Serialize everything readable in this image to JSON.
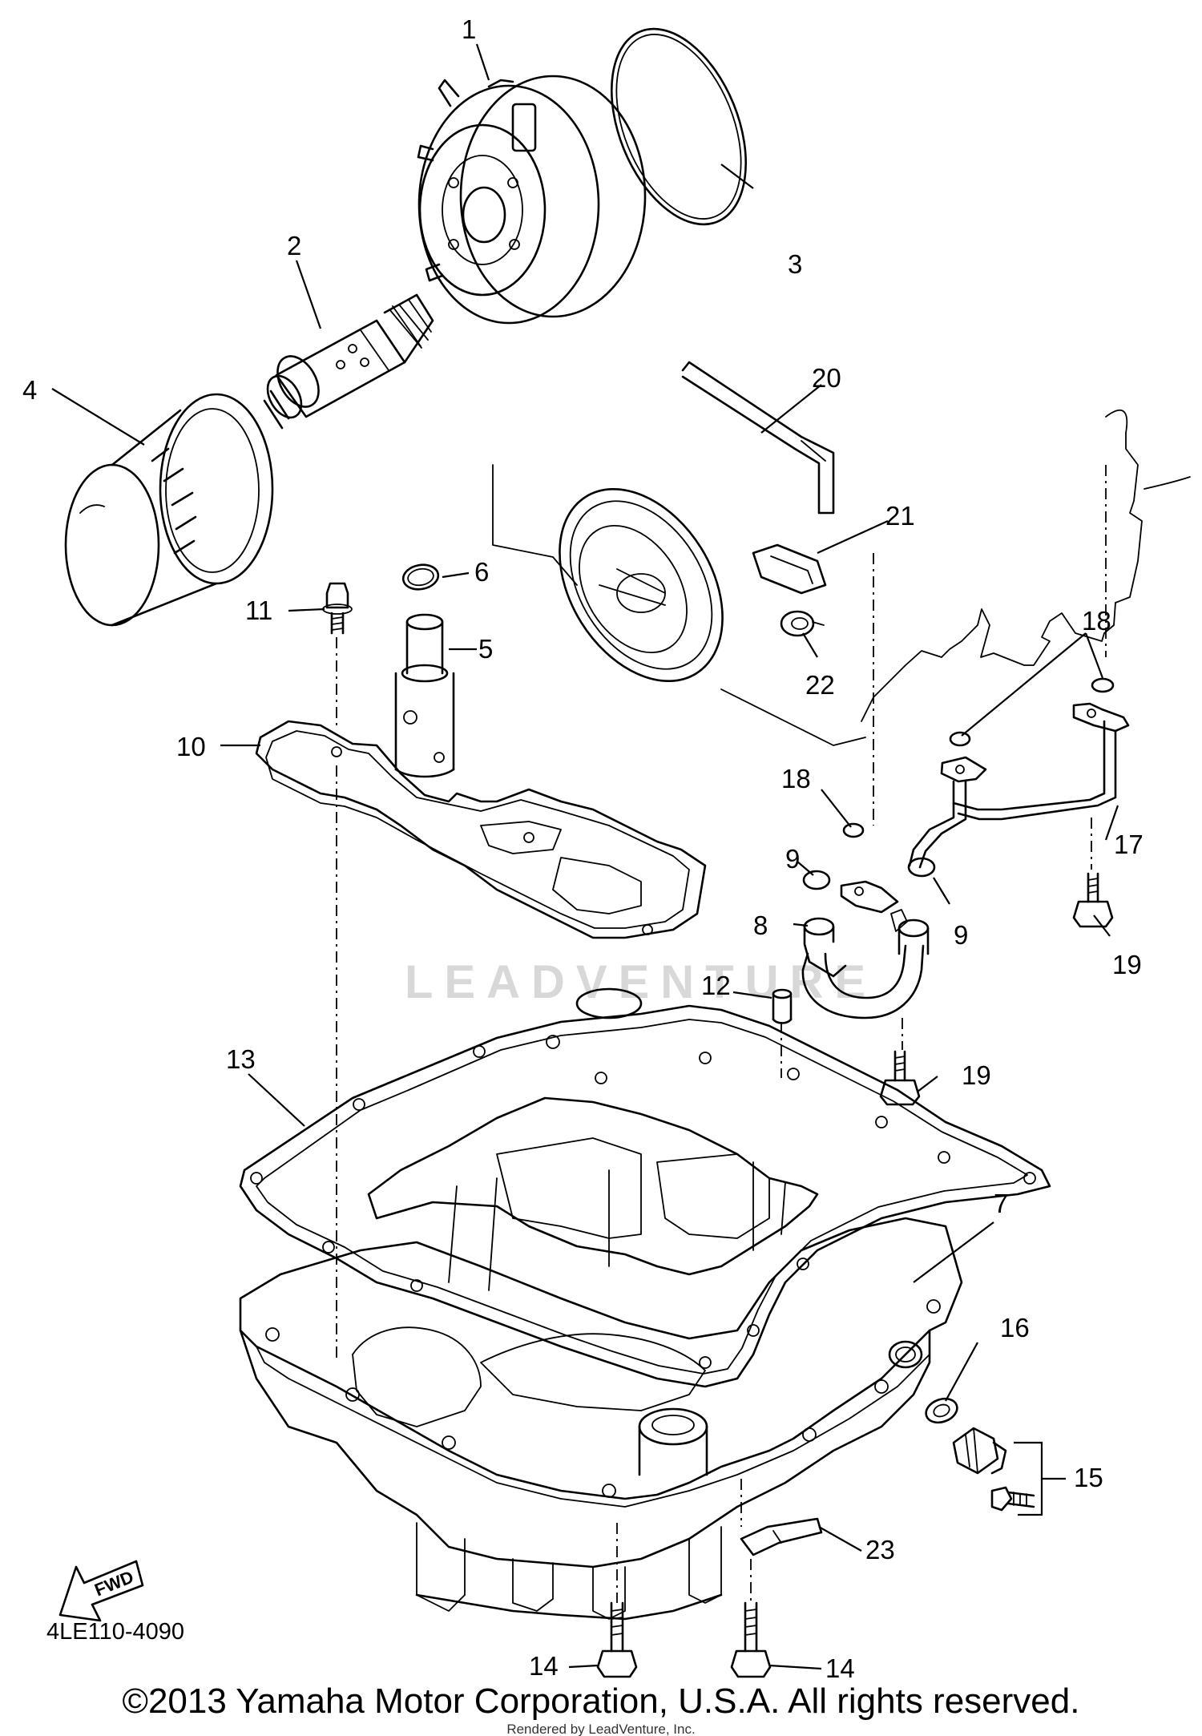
{
  "diagram": {
    "callouts": [
      {
        "id": "c1",
        "label": "1"
      },
      {
        "id": "c2",
        "label": "2"
      },
      {
        "id": "c3",
        "label": "3"
      },
      {
        "id": "c4",
        "label": "4"
      },
      {
        "id": "c5",
        "label": "5"
      },
      {
        "id": "c6",
        "label": "6"
      },
      {
        "id": "c7",
        "label": "7"
      },
      {
        "id": "c8",
        "label": "8"
      },
      {
        "id": "c9a",
        "label": "9"
      },
      {
        "id": "c9b",
        "label": "9"
      },
      {
        "id": "c10",
        "label": "10"
      },
      {
        "id": "c11",
        "label": "11"
      },
      {
        "id": "c12",
        "label": "12"
      },
      {
        "id": "c13",
        "label": "13"
      },
      {
        "id": "c14a",
        "label": "14"
      },
      {
        "id": "c14b",
        "label": "14"
      },
      {
        "id": "c15",
        "label": "15"
      },
      {
        "id": "c16",
        "label": "16"
      },
      {
        "id": "c17",
        "label": "17"
      },
      {
        "id": "c18a",
        "label": "18"
      },
      {
        "id": "c18b",
        "label": "18"
      },
      {
        "id": "c19a",
        "label": "19"
      },
      {
        "id": "c19b",
        "label": "19"
      },
      {
        "id": "c20",
        "label": "20"
      },
      {
        "id": "c21",
        "label": "21"
      },
      {
        "id": "c22",
        "label": "22"
      },
      {
        "id": "c23",
        "label": "23"
      }
    ],
    "fwd_label": "FWD",
    "watermark": "LEADVENTURE"
  },
  "footer": {
    "drawing_code": "4LE110-4090",
    "copyright": "©2013 Yamaha Motor Corporation, U.S.A. All rights reserved.",
    "rendered_by": "Rendered by LeadVenture, Inc."
  }
}
